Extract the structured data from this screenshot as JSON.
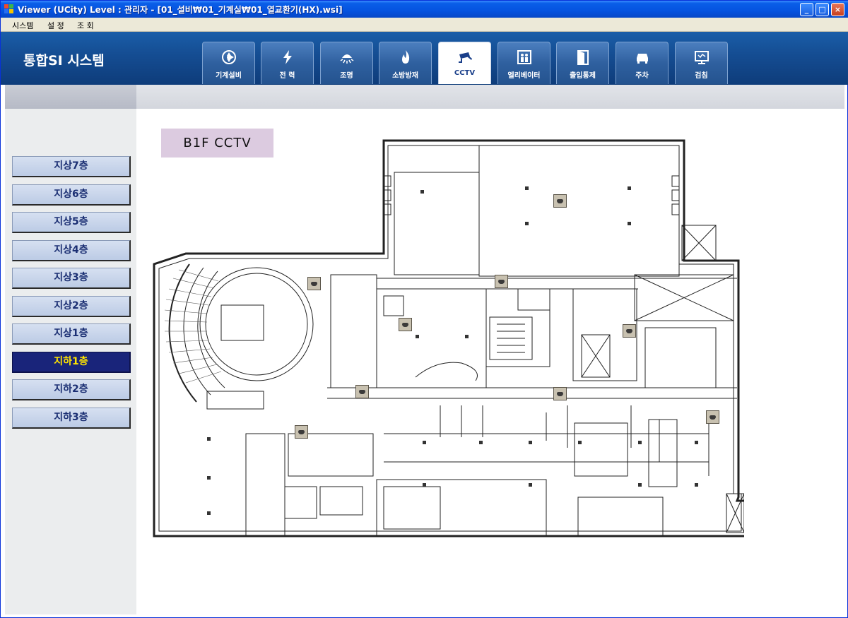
{
  "window": {
    "title": "Viewer (UCity) Level : 관리자 - [01_설비₩01_기계실₩01_열교환기(HX).wsi]",
    "controls": [
      "_",
      "□",
      "×"
    ]
  },
  "menu": [
    "시스템",
    "설 정",
    "조 회"
  ],
  "header": {
    "app_title": "통합SI 시스템",
    "tabs": [
      {
        "label": "기계설비",
        "icon": "fan-icon"
      },
      {
        "label": "전 력",
        "icon": "lightning-icon"
      },
      {
        "label": "조명",
        "icon": "lamp-icon"
      },
      {
        "label": "소방방재",
        "icon": "fire-icon"
      },
      {
        "label": "CCTV",
        "icon": "cctv-camera-icon",
        "active": true
      },
      {
        "label": "엘리베이터",
        "icon": "elevator-icon"
      },
      {
        "label": "출입통제",
        "icon": "door-icon"
      },
      {
        "label": "주차",
        "icon": "car-icon"
      },
      {
        "label": "검침",
        "icon": "meter-monitor-icon"
      }
    ]
  },
  "sidebar": {
    "floors": [
      {
        "label": "지상7층"
      },
      {
        "label": "지상6층"
      },
      {
        "label": "지상5층"
      },
      {
        "label": "지상4층"
      },
      {
        "label": "지상3층"
      },
      {
        "label": "지상2층"
      },
      {
        "label": "지상1층"
      },
      {
        "label": "지하1층",
        "active": true
      },
      {
        "label": "지하2층"
      },
      {
        "label": "지하3층"
      }
    ]
  },
  "main": {
    "floor_label": "B1F CCTV",
    "camera_count": 9
  },
  "colors": {
    "header_blue": "#154e94",
    "active_floor_bg": "#19247a",
    "active_floor_text": "#ffe400",
    "label_bg": "#dccbe0"
  }
}
